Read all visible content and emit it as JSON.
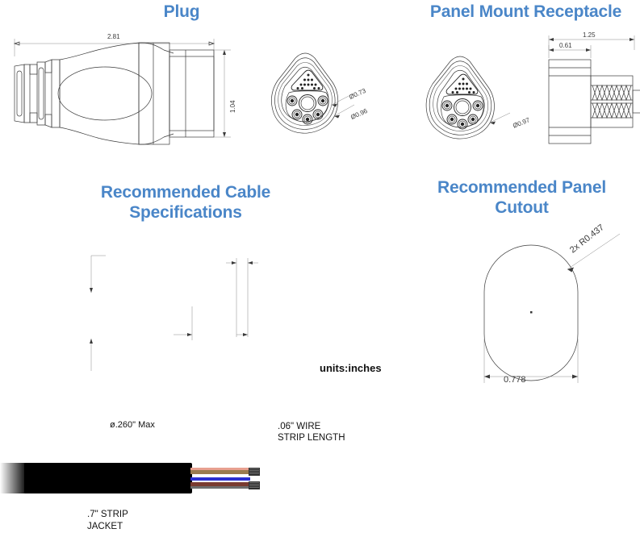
{
  "document": {
    "units_note": "units:inches"
  },
  "sections": {
    "plug": {
      "title": "Plug",
      "dims": {
        "length": "2.81",
        "height": "1.04",
        "front_inner_dia": "Ø0.73",
        "front_outer_dia": "Ø0.96"
      }
    },
    "receptacle": {
      "title": "Panel Mount Receptacle",
      "dims": {
        "overall_length": "1.25",
        "body_length": "0.61",
        "front_dia": "Ø0.97"
      }
    },
    "cable": {
      "title_line1": "Recommended Cable",
      "title_line2": "Specifications",
      "dims": {
        "jacket_dia": "ø.260\" Max",
        "strip_length_line1": ".06\" WIRE",
        "strip_length_line2": "STRIP LENGTH",
        "strip_jacket_line1": ".7\" STRIP",
        "strip_jacket_line2": "JACKET"
      },
      "wire_colors": [
        "#e8a090",
        "#9a7b4f",
        "#2a2fd0",
        "#7a3b30"
      ]
    },
    "cutout": {
      "title_line1": "Recommended Panel",
      "title_line2": "Cutout",
      "dims": {
        "radius": "2x R0.437",
        "width": "0.778"
      }
    }
  },
  "theme": {
    "title_blue": "#4a86c8",
    "line_gray": "#3a3a3a",
    "text_black": "#111111"
  }
}
